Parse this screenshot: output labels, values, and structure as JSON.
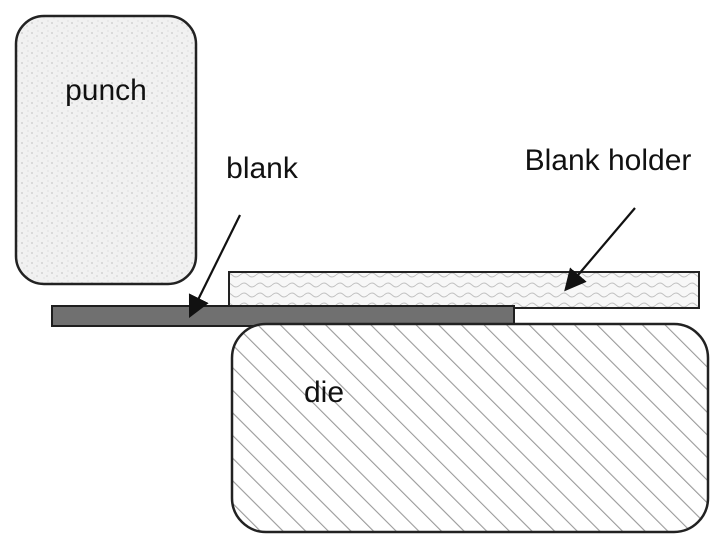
{
  "labels": {
    "punch": "punch",
    "blank": "blank",
    "blank_holder": "Blank holder",
    "die": "die"
  }
}
